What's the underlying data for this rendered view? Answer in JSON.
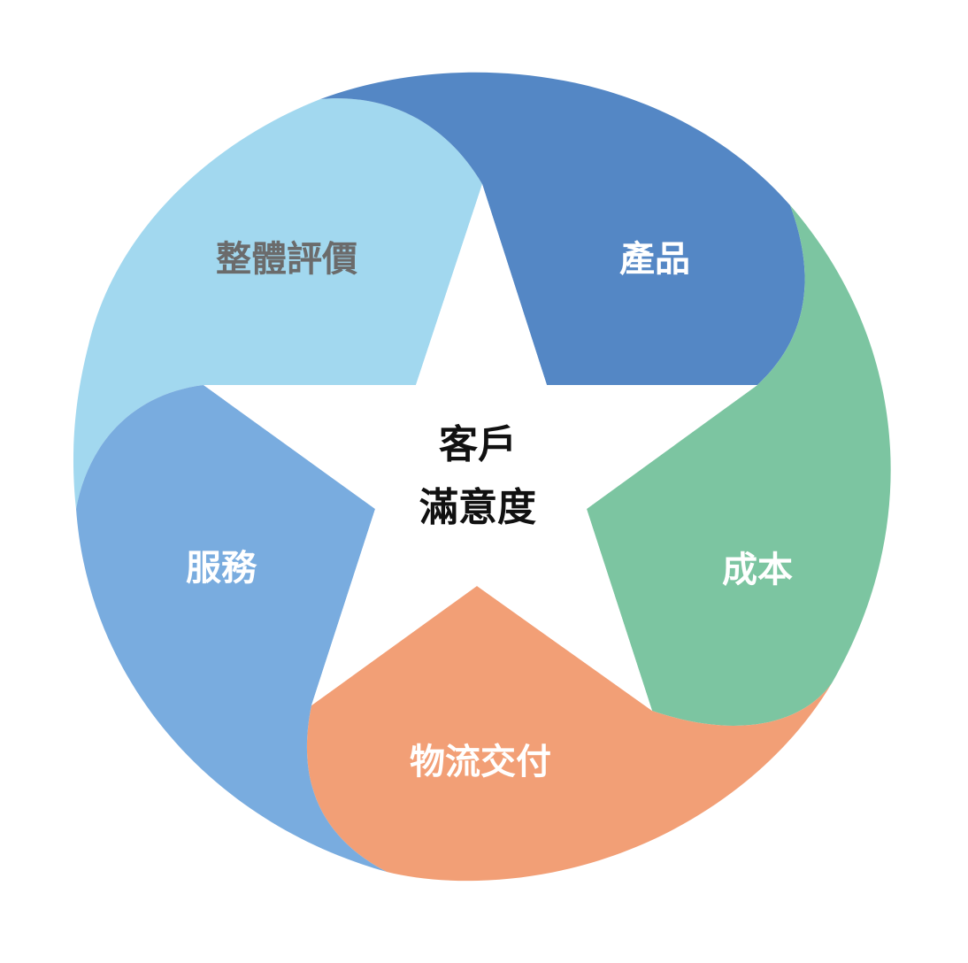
{
  "diagram": {
    "center": {
      "line1": "客戶",
      "line2": "滿意度"
    },
    "segments": [
      {
        "id": "product",
        "label": "產品",
        "color": "#5487C5",
        "text_color": "#ffffff"
      },
      {
        "id": "cost",
        "label": "成本",
        "color": "#7CC5A1",
        "text_color": "#ffffff"
      },
      {
        "id": "delivery",
        "label": "物流交付",
        "color": "#F29F76",
        "text_color": "#ffffff"
      },
      {
        "id": "service",
        "label": "服務",
        "color": "#79ACDF",
        "text_color": "#ffffff"
      },
      {
        "id": "overall",
        "label": "整體評價",
        "color": "#A2D8EF",
        "text_color": "#6b6b6b"
      }
    ]
  }
}
